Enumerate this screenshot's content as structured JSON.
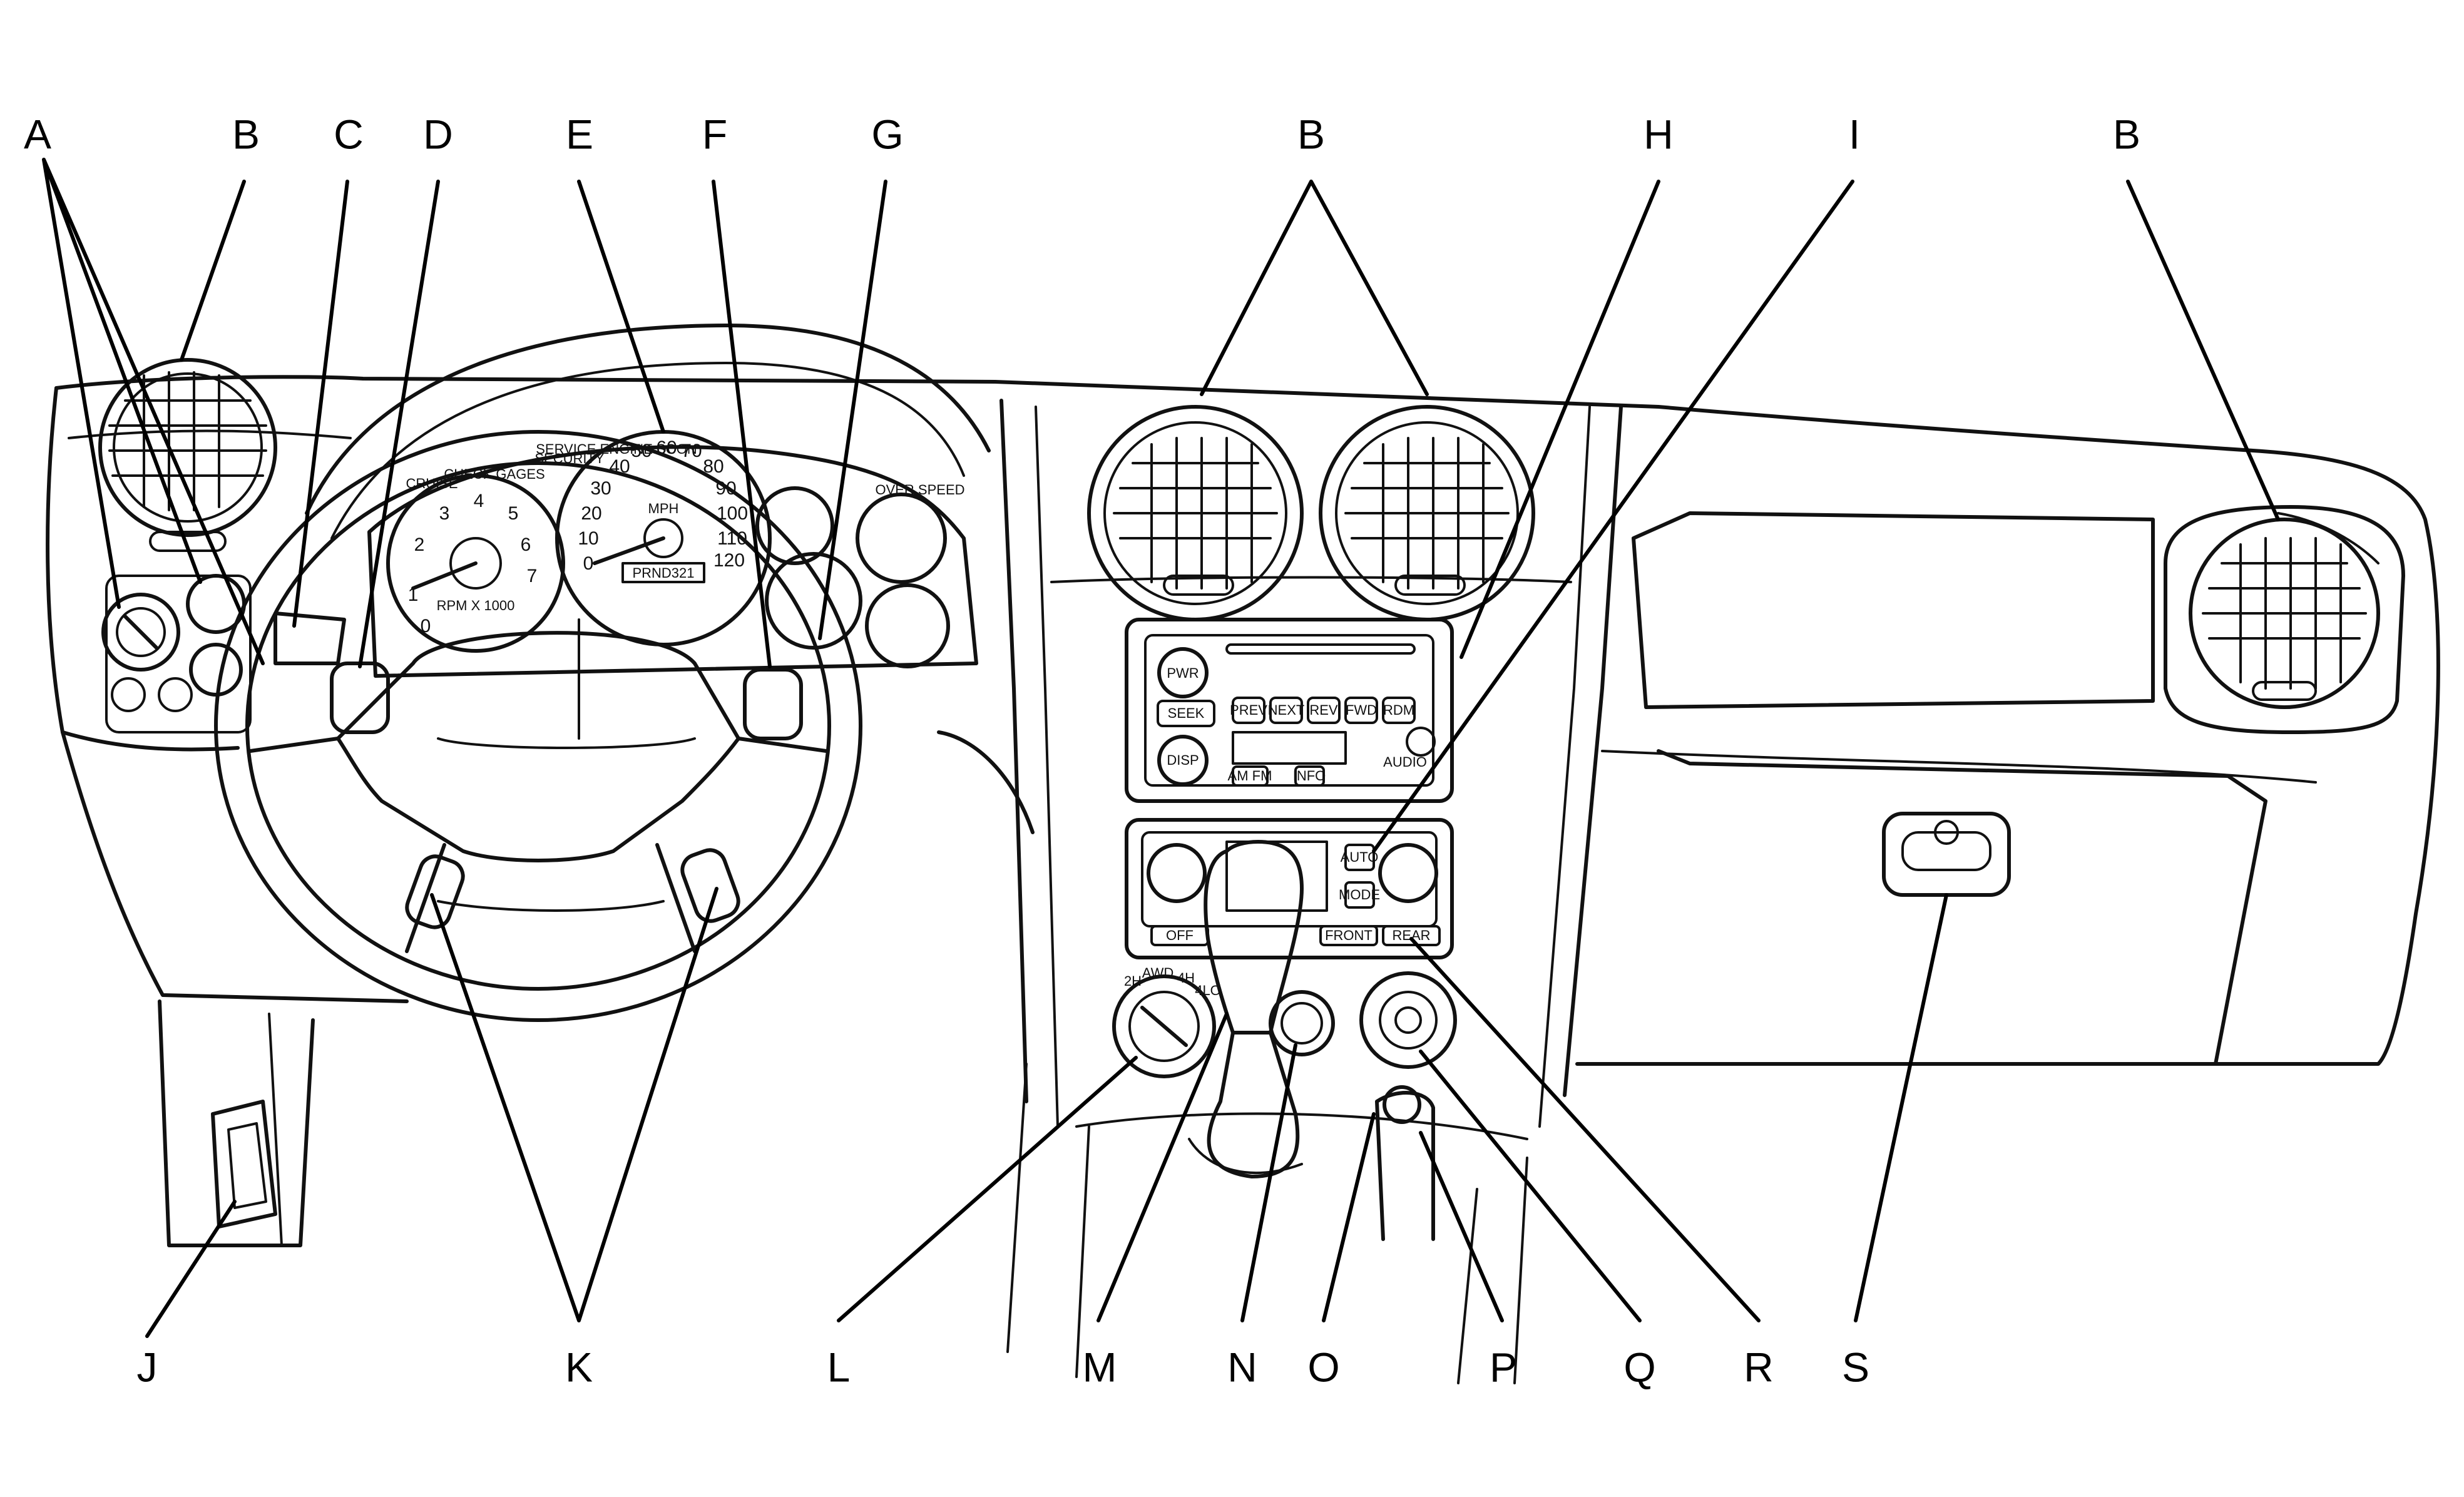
{
  "callouts": {
    "A": "A",
    "B": "B",
    "C": "C",
    "D": "D",
    "E": "E",
    "F": "F",
    "G": "G",
    "H": "H",
    "I": "I",
    "J": "J",
    "K": "K",
    "L": "L",
    "M": "M",
    "N": "N",
    "O": "O",
    "P": "P",
    "Q": "Q",
    "R": "R",
    "S": "S"
  },
  "instrument_cluster": {
    "tach_numbers": [
      "0",
      "1",
      "2",
      "3",
      "4",
      "5",
      "6",
      "7"
    ],
    "tach_unit": "RPM X 1000",
    "speed_numbers": [
      "0",
      "10",
      "20",
      "30",
      "40",
      "50",
      "60",
      "70",
      "80",
      "90",
      "100",
      "110",
      "120"
    ],
    "speed_unit": "MPH",
    "prndl": "PRND321",
    "cruise": "CRUISE",
    "check_gauges": "CHECK GAGES",
    "security": "SECURITY",
    "service_engine_soon": "SERVICE ENGINE SOON",
    "overspeed": "OVER SPEED"
  },
  "radio": {
    "pwr": "PWR",
    "seek": "SEEK",
    "prev": "PREV",
    "next": "NEXT",
    "rev": "REV",
    "fwd": "FWD",
    "rdm": "RDM",
    "audio": "AUDIO",
    "disp": "DISP",
    "info": "INFO",
    "band": "AM FM"
  },
  "climate": {
    "auto": "AUTO",
    "mode": "MODE",
    "off": "OFF",
    "front": "FRONT",
    "rear": "REAR"
  },
  "transfer_case": {
    "labels": [
      "2H",
      "AWD",
      "4H",
      "4LO"
    ]
  }
}
